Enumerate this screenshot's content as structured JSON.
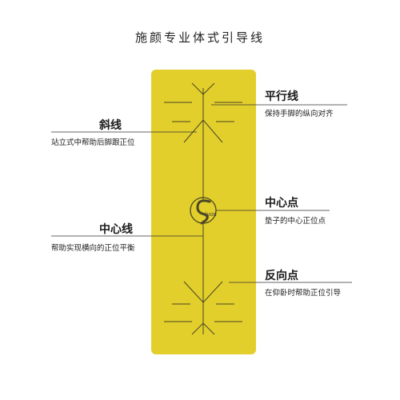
{
  "title": "施颜专业体式引导线",
  "colors": {
    "mat": "#E3CF2B",
    "guide_line": "#4a4626",
    "callout_line": "#333333"
  },
  "logo": {
    "text": "Siyan"
  },
  "callouts": [
    {
      "key": "parallel",
      "label": "平行线",
      "desc": "保持手脚的纵向对齐"
    },
    {
      "key": "diagonal",
      "label": "斜线",
      "desc": "站立式中帮助后脚跟正位"
    },
    {
      "key": "center_point",
      "label": "中心点",
      "desc": "垫子的中心正位点"
    },
    {
      "key": "center_line",
      "label": "中心线",
      "desc": "帮助实现横向的正位平衡"
    },
    {
      "key": "reverse_point",
      "label": "反向点",
      "desc": "在仰卧时帮助正位引导"
    }
  ]
}
